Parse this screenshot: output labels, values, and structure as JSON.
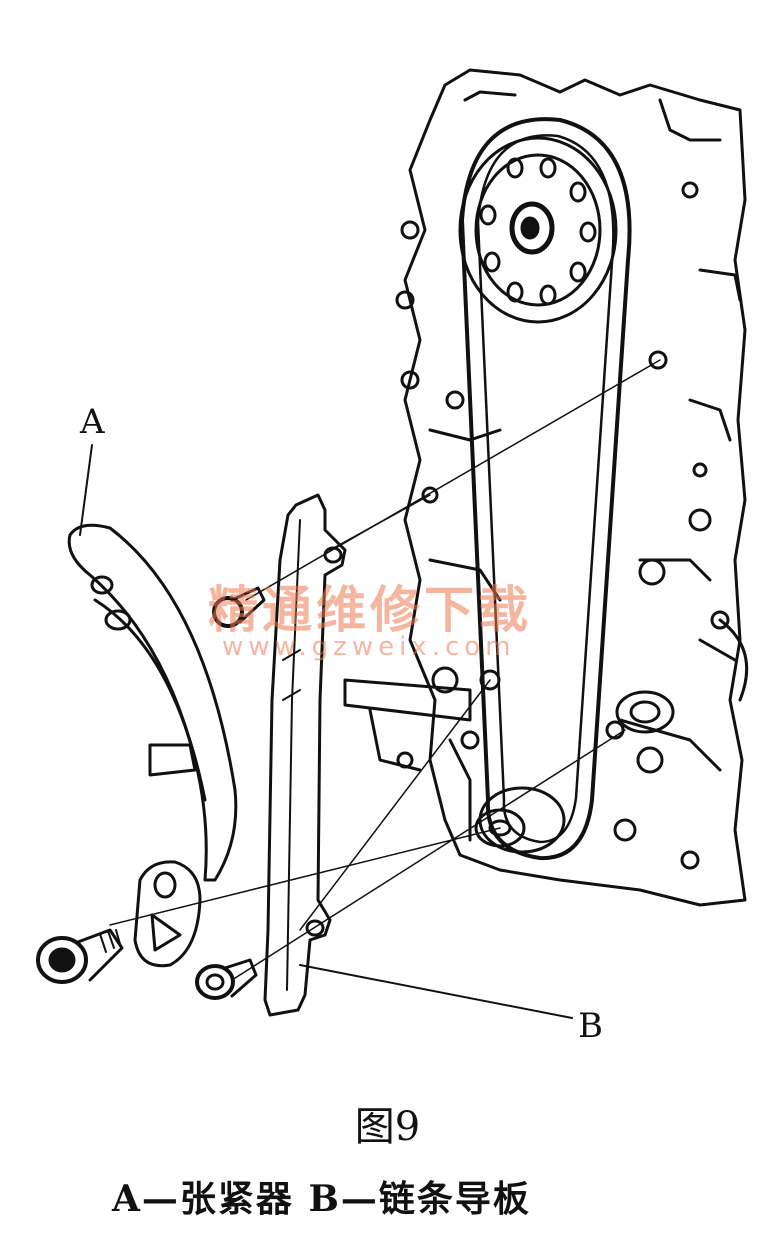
{
  "labels": {
    "a": "A",
    "b": "B"
  },
  "watermark": {
    "text": "精通维修下载",
    "url": "www.gzweix.com"
  },
  "figure": {
    "title": "图9",
    "caption": "A—张紧器    B—链条导板"
  },
  "colors": {
    "ink": "#111111",
    "watermark": "#ec7850"
  }
}
